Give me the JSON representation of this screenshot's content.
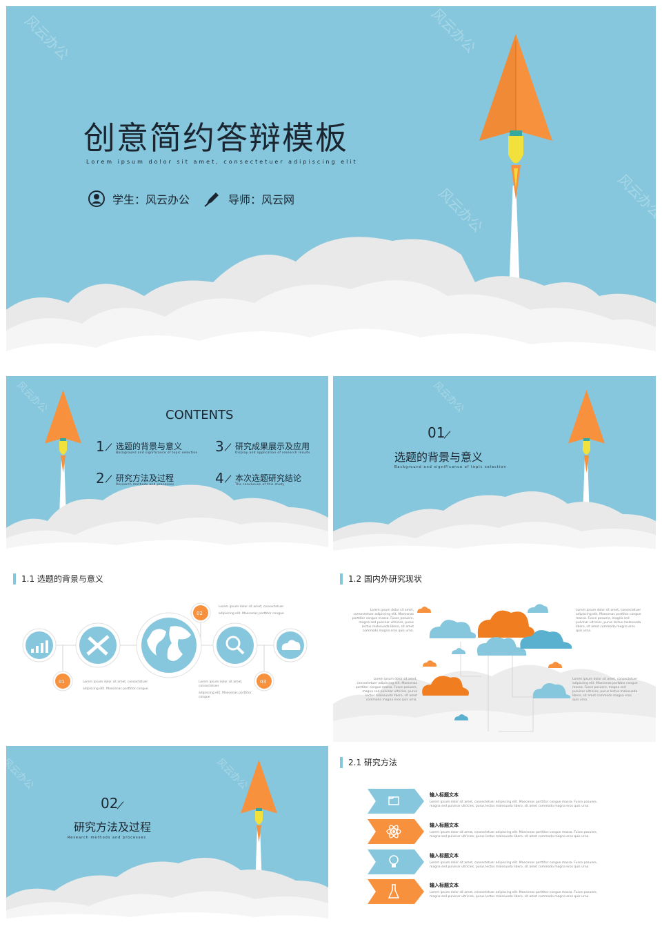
{
  "watermark": "风云办公",
  "cover": {
    "title": "创意简约答辩模板",
    "subtitle": "Lorem ipsum dolor sit amet, consectetuer adipiscing elit",
    "student": "学生：风云办公",
    "mentor": "导师：风云网"
  },
  "contents": {
    "heading": "CONTENTS",
    "items": [
      {
        "num": "1",
        "title": "选题的背景与意义",
        "sub": "Background and significance of topic selection"
      },
      {
        "num": "2",
        "title": "研究方法及过程",
        "sub": "Research methods and processes"
      },
      {
        "num": "3",
        "title": "研究成果展示及应用",
        "sub": "Display and application of research results"
      },
      {
        "num": "4",
        "title": "本次选题研究结论",
        "sub": "The conclusion of this study"
      }
    ]
  },
  "section01": {
    "num": "01",
    "title": "选题的背景与意义",
    "sub": "Background and significance of topic selection"
  },
  "section02": {
    "num": "02",
    "title": "研究方法及过程",
    "sub": "Research methods and processes"
  },
  "slide11": {
    "heading": "1.1 选题的背景与意义",
    "badges": [
      "01",
      "02",
      "03"
    ],
    "text_a": "Lorem ipsum dolor sit amet, consectetuer",
    "text_b": "adipiscing elit. Maecenas porttitor congue"
  },
  "slide12": {
    "heading": "1.2 国内外研究现状",
    "text": "Lorem ipsum dolor sit amet, consectetuer adipiscing elit. Maecenas porttitor congue massa. Fusce posuere, magna sed pulvinar ultricies, purus lectus malesuada libero, sit amet commodo magna eros quis urna."
  },
  "slide21": {
    "heading": "2.1 研究方法",
    "rows": [
      {
        "label": "输入标题文本",
        "icon": "folder-icon"
      },
      {
        "label": "输入标题文本",
        "icon": "atom-icon"
      },
      {
        "label": "输入标题文本",
        "icon": "lightbulb-icon"
      },
      {
        "label": "输入标题文本",
        "icon": "flask-icon"
      }
    ],
    "text": "Lorem ipsum dolor sit amet, consectetuer adipiscing elit. Maecenas porttitor congue massa. Fusce posuere, magna sed pulvinar ultricies, purus lectus malesuada libero, sit amet commodo magna eros quis urna."
  },
  "colors": {
    "sky": "#86c7dd",
    "orange": "#f7913d",
    "dark_orange": "#f07d1f",
    "cloud_light": "#e9e9e9",
    "cloud_mid": "#f5f5f5"
  }
}
